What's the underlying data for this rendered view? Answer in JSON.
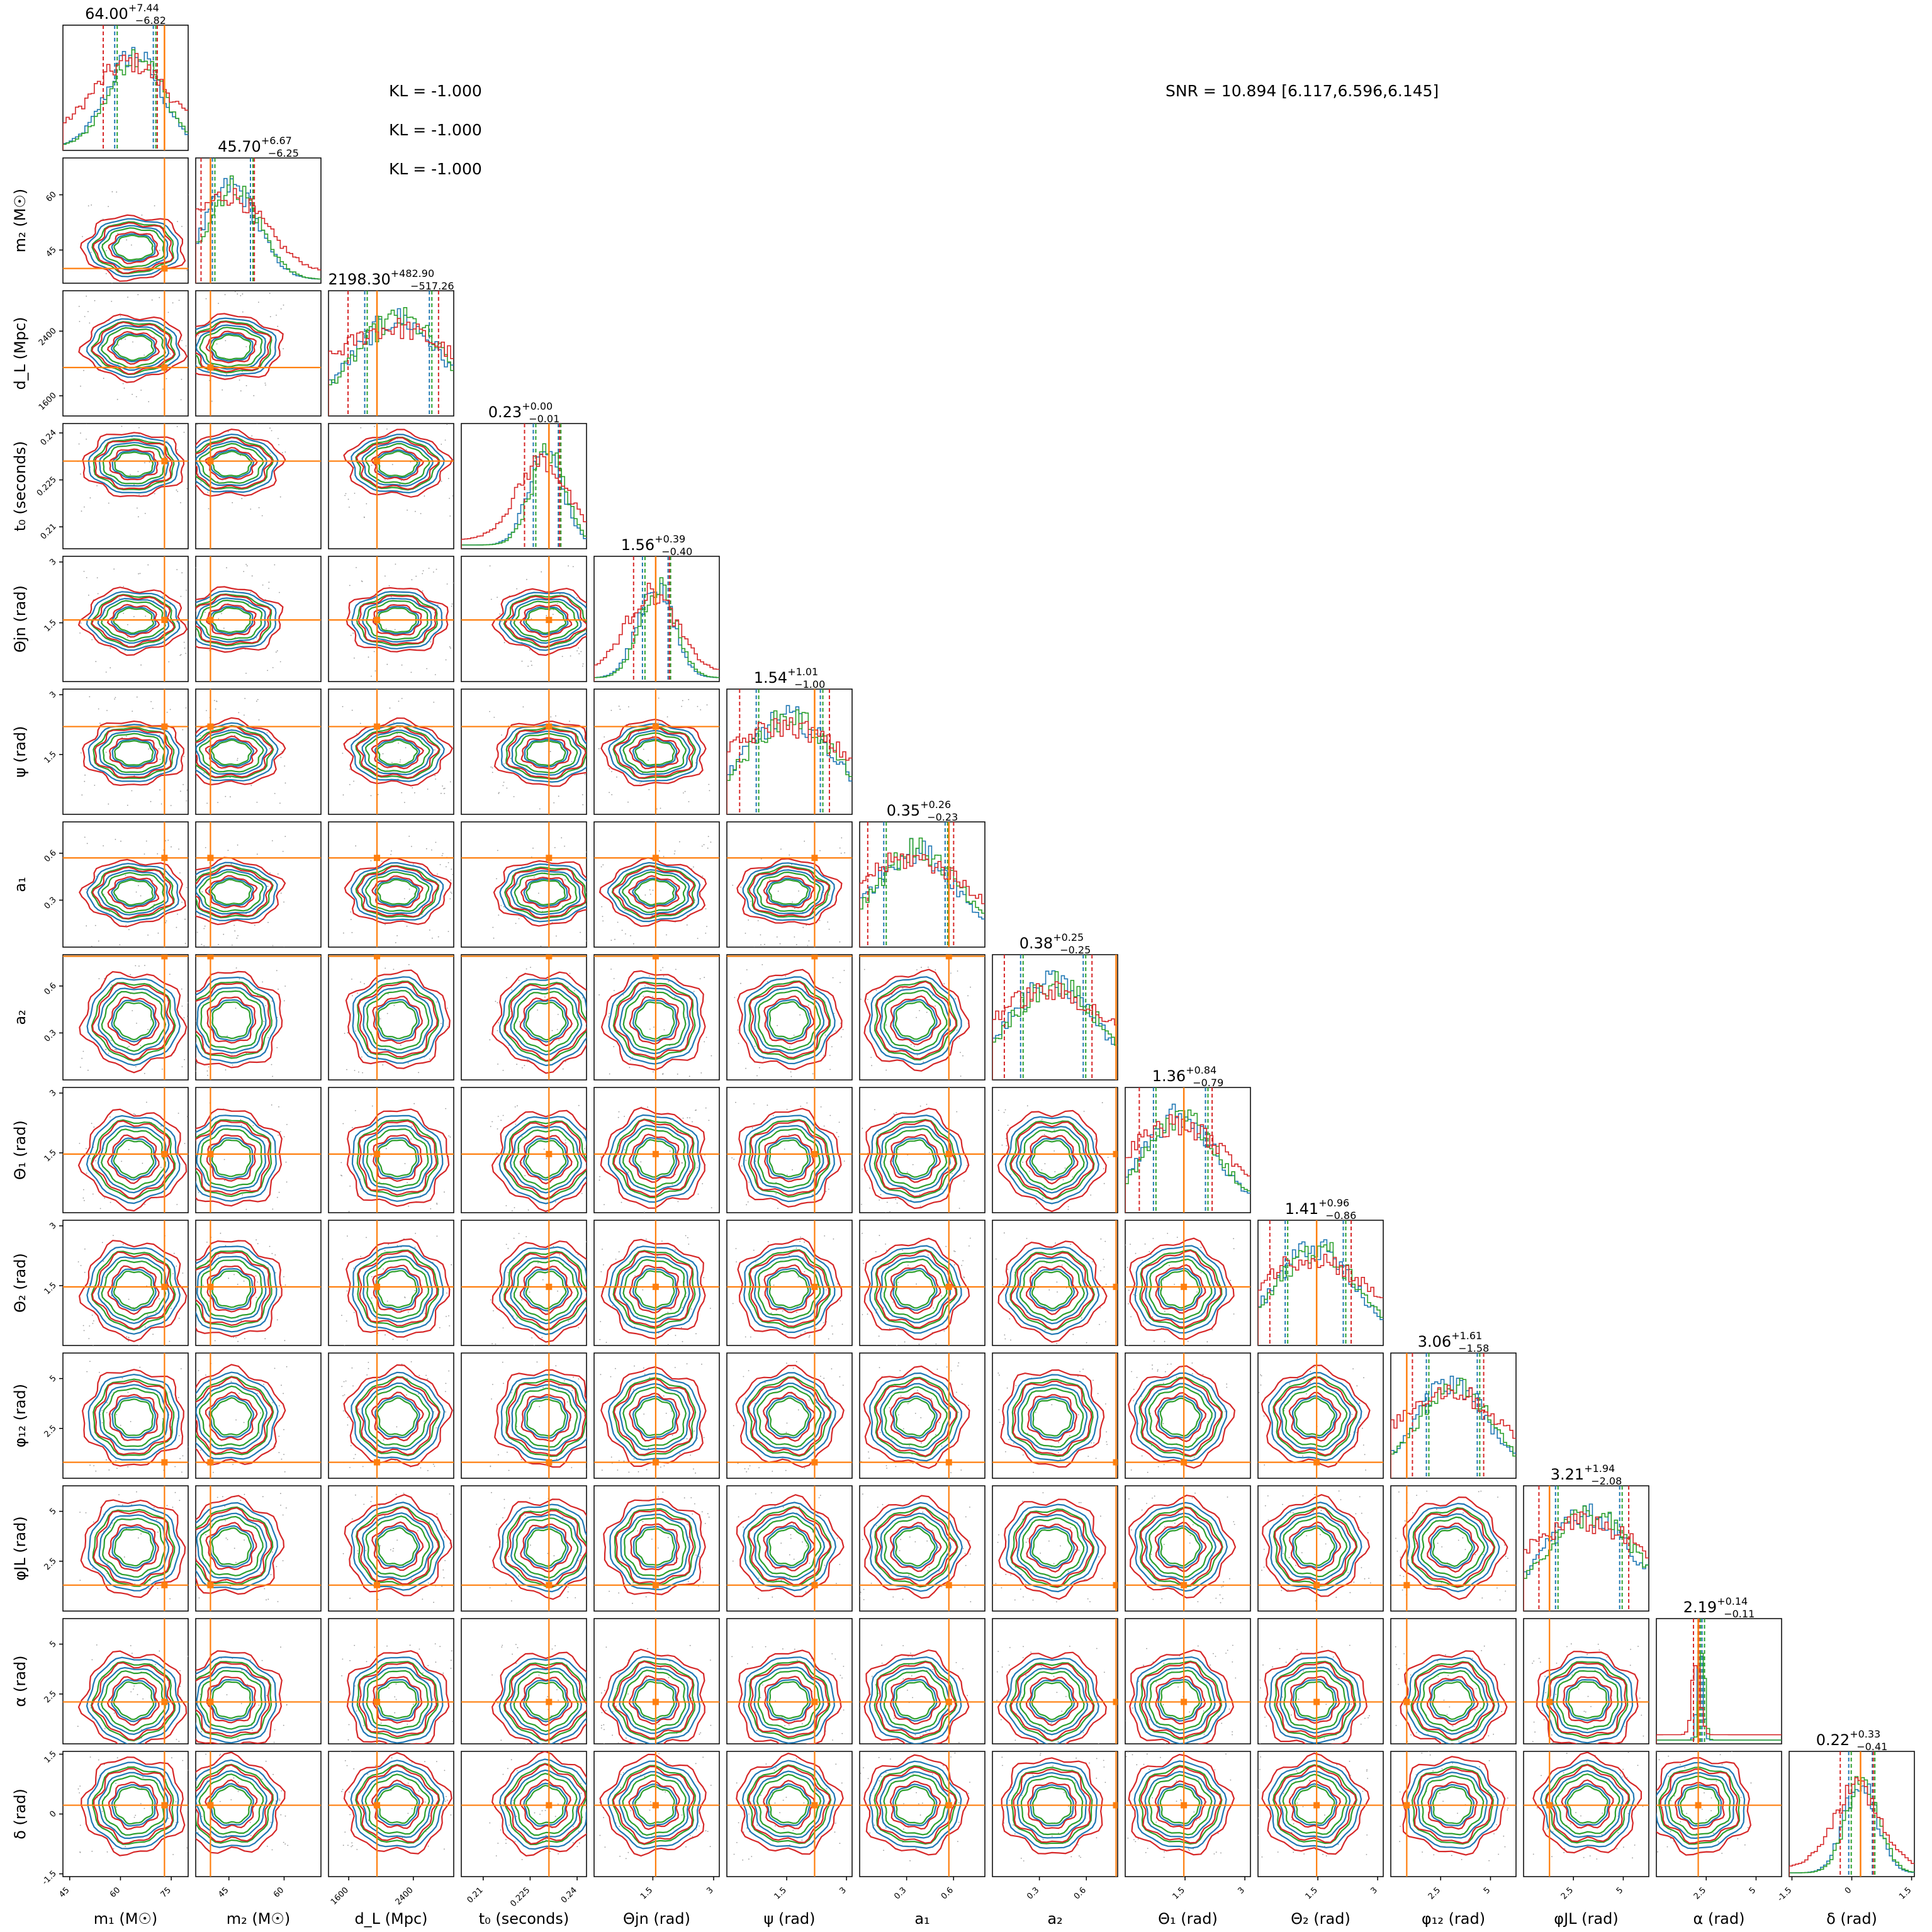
{
  "chart_data": {
    "type": "corner",
    "colors": {
      "truth": "#ff7f0e",
      "series": [
        "#1f77b4",
        "#2ca02c",
        "#d62728",
        "#2ca02c"
      ]
    },
    "annotations": {
      "kl": [
        "KL = -1.000",
        "KL = -1.000",
        "KL = -1.000"
      ],
      "snr": "SNR = 10.894 [6.117,6.596,6.145]"
    },
    "params": [
      {
        "label": "m₁ (M☉)",
        "range": [
          43,
          80
        ],
        "ticks": [
          45,
          60,
          75
        ],
        "ytick_labels": [],
        "truth": 73,
        "median": 64.0,
        "up": "+7.44",
        "lo": "−6.82",
        "title": "64.00"
      },
      {
        "label": "m₂ (M☉)",
        "range": [
          36,
          70
        ],
        "ticks": [
          45,
          60
        ],
        "truth": 40,
        "median": 45.7,
        "up": "+6.67",
        "lo": "−6.25",
        "title": "45.70"
      },
      {
        "label": "d_L (Mpc)",
        "range": [
          1350,
          2900
        ],
        "ticks": [
          1600,
          2400
        ],
        "truth": 1950,
        "median": 2198.3,
        "up": "+482.90",
        "lo": "−517.26",
        "title": "2198.30"
      },
      {
        "label": "t₀ (seconds)",
        "range": [
          0.203,
          0.243
        ],
        "ticks": [
          0.21,
          0.225,
          0.24
        ],
        "truth": 0.231,
        "median": 0.23,
        "up": "+0.00",
        "lo": "−0.01",
        "title": "0.23"
      },
      {
        "label": "Θjn (rad)",
        "range": [
          0.05,
          3.14
        ],
        "ticks": [
          1.5,
          3.0
        ],
        "truth": 1.57,
        "median": 1.56,
        "up": "+0.39",
        "lo": "−0.40",
        "title": "1.56"
      },
      {
        "label": "ψ (rad)",
        "range": [
          0.0,
          3.14
        ],
        "ticks": [
          1.5,
          3.0
        ],
        "truth": 2.2,
        "median": 1.54,
        "up": "+1.01",
        "lo": "−1.00",
        "title": "1.54"
      },
      {
        "label": "a₁",
        "range": [
          0.0,
          0.8
        ],
        "ticks": [
          0.3,
          0.6
        ],
        "truth": 0.57,
        "median": 0.35,
        "up": "+0.26",
        "lo": "−0.23",
        "title": "0.35"
      },
      {
        "label": "a₂",
        "range": [
          0.0,
          0.8
        ],
        "ticks": [
          0.3,
          0.6
        ],
        "truth": 0.79,
        "median": 0.38,
        "up": "+0.25",
        "lo": "−0.25",
        "title": "0.38"
      },
      {
        "label": "Θ₁ (rad)",
        "range": [
          0.0,
          3.14
        ],
        "ticks": [
          1.5,
          3.0
        ],
        "truth": 1.47,
        "median": 1.36,
        "up": "+0.84",
        "lo": "−0.79",
        "title": "1.36"
      },
      {
        "label": "Θ₂ (rad)",
        "range": [
          0.0,
          3.14
        ],
        "ticks": [
          1.5,
          3.0
        ],
        "truth": 1.47,
        "median": 1.41,
        "up": "+0.96",
        "lo": "−0.86",
        "title": "1.41"
      },
      {
        "label": "φ₁₂ (rad)",
        "range": [
          0.0,
          6.28
        ],
        "ticks": [
          2.5,
          5.0
        ],
        "truth": 0.8,
        "median": 3.06,
        "up": "+1.61",
        "lo": "−1.58",
        "title": "3.06"
      },
      {
        "label": "φJL (rad)",
        "range": [
          0.0,
          6.28
        ],
        "ticks": [
          2.5,
          5.0
        ],
        "truth": 1.3,
        "median": 3.21,
        "up": "+1.94",
        "lo": "−2.08",
        "title": "3.21"
      },
      {
        "label": "α (rad)",
        "range": [
          0.0,
          6.28
        ],
        "ticks": [
          2.5,
          5.0
        ],
        "truth": 2.1,
        "median": 2.19,
        "up": "+0.14",
        "lo": "−0.11",
        "title": "2.19"
      },
      {
        "label": "δ (rad)",
        "range": [
          -1.57,
          1.57
        ],
        "ticks": [
          -1.5,
          0.0,
          1.5
        ],
        "truth": 0.22,
        "median": 0.22,
        "up": "+0.33",
        "lo": "−0.41",
        "title": "0.22"
      }
    ]
  }
}
